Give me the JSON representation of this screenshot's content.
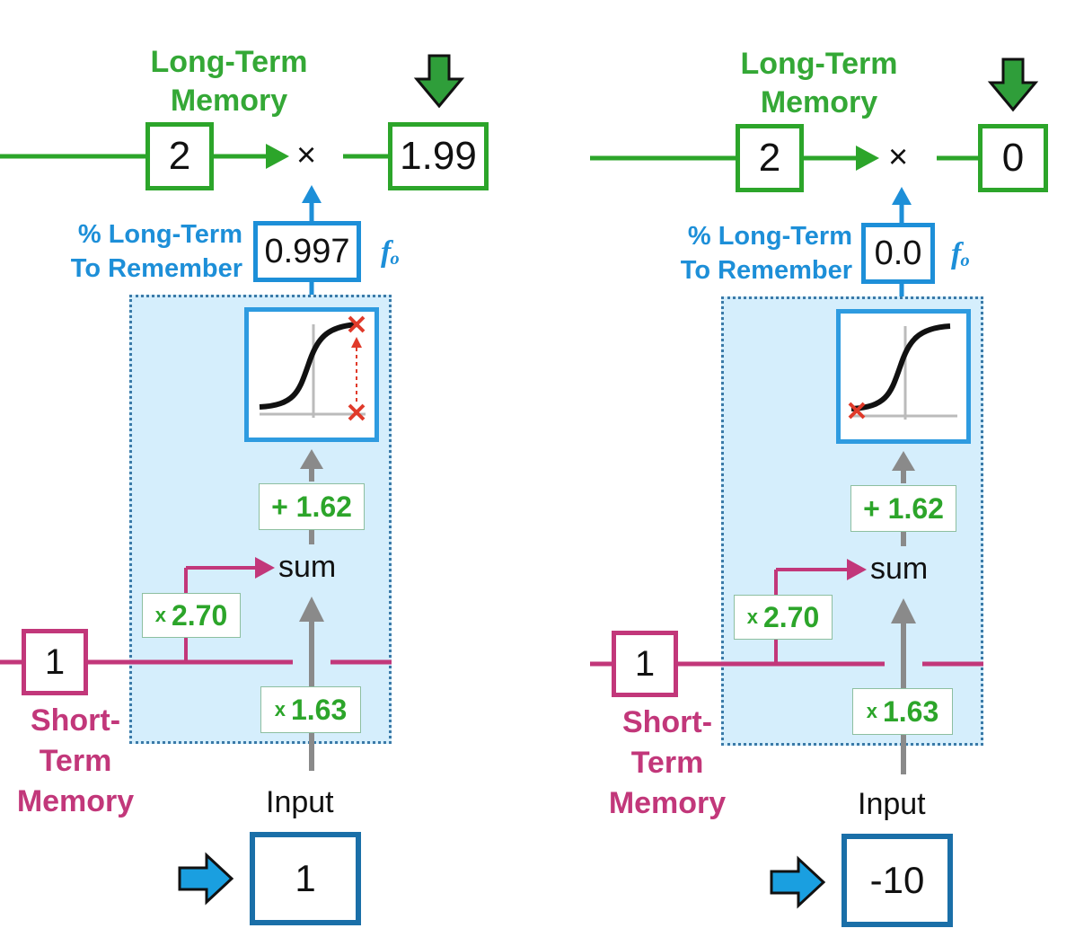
{
  "panels": [
    {
      "ltm_label_line1": "Long-Term",
      "ltm_label_line2": "Memory",
      "ltm_in": "2",
      "multiply_symbol": "×",
      "ltm_out": "1.99",
      "pct_label_line1": "% Long-Term",
      "pct_label_line2": "To Remember",
      "pct_value": "0.997",
      "gate_symbol": "fₒ",
      "bias": "+ 1.62",
      "sum_label": "sum",
      "stm_weight_prefix": "x",
      "stm_weight": "2.70",
      "input_weight_prefix": "x",
      "input_weight": "1.63",
      "stm_value": "1",
      "stm_label_line1": "Short-",
      "stm_label_line2": "Term",
      "stm_label_line3": "Memory",
      "input_label": "Input",
      "input_value": "1",
      "sigmoid_output": "high"
    },
    {
      "ltm_label_line1": "Long-Term",
      "ltm_label_line2": "Memory",
      "ltm_in": "2",
      "multiply_symbol": "×",
      "ltm_out": "0",
      "pct_label_line1": "% Long-Term",
      "pct_label_line2": "To Remember",
      "pct_value": "0.0",
      "gate_symbol": "fₒ",
      "bias": "+ 1.62",
      "sum_label": "sum",
      "stm_weight_prefix": "x",
      "stm_weight": "2.70",
      "input_weight_prefix": "x",
      "input_weight": "1.63",
      "stm_value": "1",
      "stm_label_line1": "Short-",
      "stm_label_line2": "Term",
      "stm_label_line3": "Memory",
      "input_label": "Input",
      "input_value": "-10",
      "sigmoid_output": "low"
    }
  ],
  "colors": {
    "long_term": "#2ca52a",
    "short_term": "#c2377a",
    "percent": "#1d8fd8",
    "stage_fill": "#d5eefc",
    "arrow_gray": "#8a8a8a",
    "pointer_green": "#2f9e3a",
    "pointer_blue": "#1a9fe0",
    "marker_red": "#e03a2a"
  }
}
